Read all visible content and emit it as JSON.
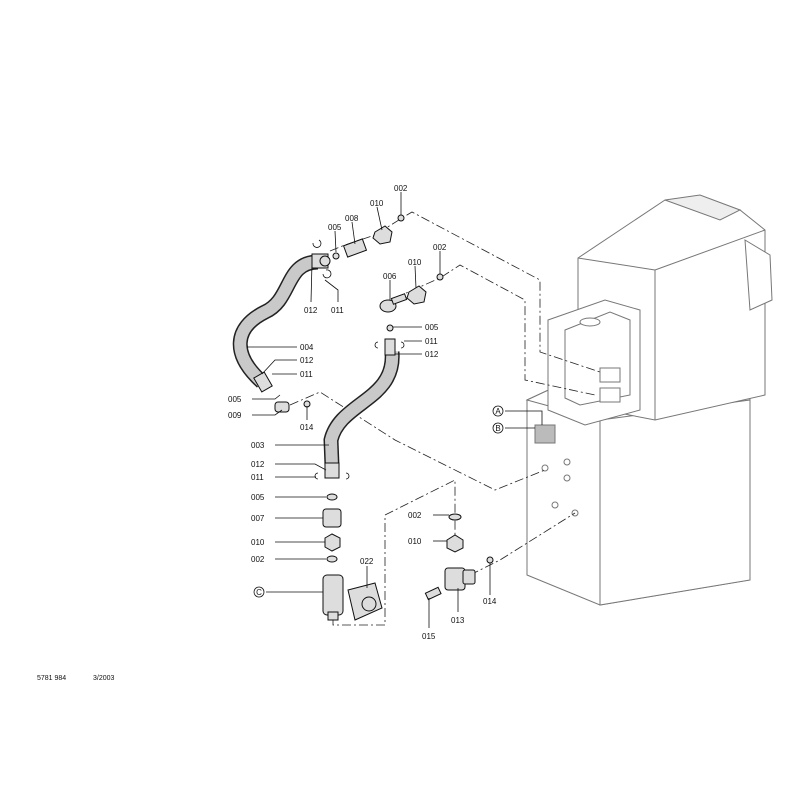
{
  "diagram": {
    "title": "Exploded parts view - boiler connection pipework",
    "callouts": {
      "a": "A",
      "b": "B",
      "c": "C"
    },
    "labels": {
      "top_002": "002",
      "top_010": "010",
      "top_008": "008",
      "top_005": "005",
      "top_012": "012",
      "top_011": "011",
      "mid_002": "002",
      "mid_010": "010",
      "mid_006": "006",
      "mid_005": "005",
      "mid_011": "011",
      "mid_012": "012",
      "left_004": "004",
      "left_012": "012",
      "left_011": "011",
      "left_005": "005",
      "left_009": "009",
      "left_014": "014",
      "low_003": "003",
      "low_012": "012",
      "low_011": "011",
      "low_005": "005",
      "low_007": "007",
      "low_010": "010",
      "low_002": "002",
      "pump_022": "022",
      "right_002": "002",
      "right_010": "010",
      "right_014": "014",
      "right_013": "013",
      "right_015": "015"
    },
    "footer": {
      "part_number": "5781 984",
      "date": "3/2003"
    }
  }
}
